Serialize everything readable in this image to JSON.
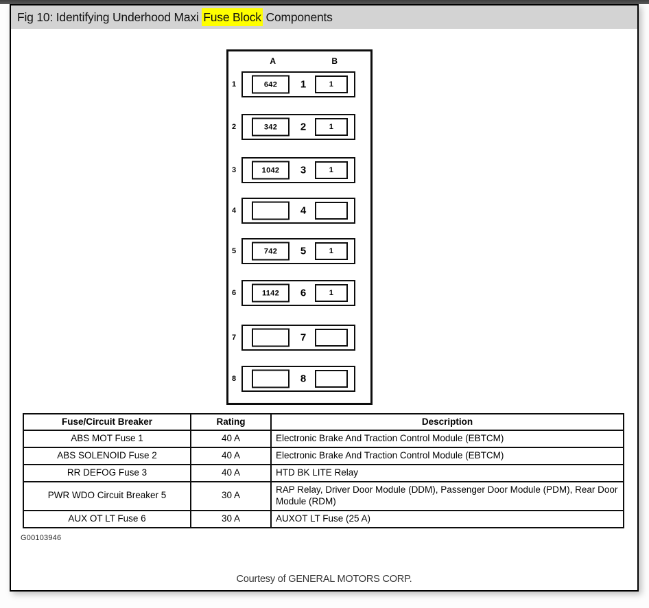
{
  "title": {
    "prefix": "Fig 10: Identifying Underhood Maxi ",
    "highlight": "Fuse Block",
    "suffix": " Components"
  },
  "diagram": {
    "column_headers": [
      "A",
      "B"
    ],
    "rows": [
      {
        "row": "1",
        "a_label": "642",
        "center": "1",
        "b_label": "1"
      },
      {
        "row": "2",
        "a_label": "342",
        "center": "2",
        "b_label": "1"
      },
      {
        "row": "3",
        "a_label": "1042",
        "center": "3",
        "b_label": "1"
      },
      {
        "row": "4",
        "a_label": "",
        "center": "4",
        "b_label": ""
      },
      {
        "row": "5",
        "a_label": "742",
        "center": "5",
        "b_label": "1"
      },
      {
        "row": "6",
        "a_label": "1142",
        "center": "6",
        "b_label": "1"
      },
      {
        "row": "7",
        "a_label": "",
        "center": "7",
        "b_label": ""
      },
      {
        "row": "8",
        "a_label": "",
        "center": "8",
        "b_label": ""
      }
    ]
  },
  "table": {
    "headers": [
      "Fuse/Circuit Breaker",
      "Rating",
      "Description"
    ],
    "rows": [
      [
        "ABS MOT Fuse 1",
        "40 A",
        "Electronic Brake And Traction Control Module (EBTCM)"
      ],
      [
        "ABS SOLENOID Fuse 2",
        "40 A",
        "Electronic Brake And Traction Control Module (EBTCM)"
      ],
      [
        "RR DEFOG Fuse 3",
        "40 A",
        "HTD BK LITE Relay"
      ],
      [
        "PWR WDO Circuit Breaker 5",
        "30 A",
        "RAP Relay, Driver Door Module (DDM), Passenger Door Module (PDM), Rear Door Module (RDM)"
      ],
      [
        "AUX OT LT Fuse 6",
        "30 A",
        "AUXOT LT Fuse (25 A)"
      ]
    ]
  },
  "figure_id": "G00103946",
  "credit": "Courtesy of GENERAL MOTORS CORP.",
  "colors": {
    "highlight": "#ffff00",
    "titlebar_bg": "#d3d3d3",
    "line": "#0d0d0d"
  }
}
